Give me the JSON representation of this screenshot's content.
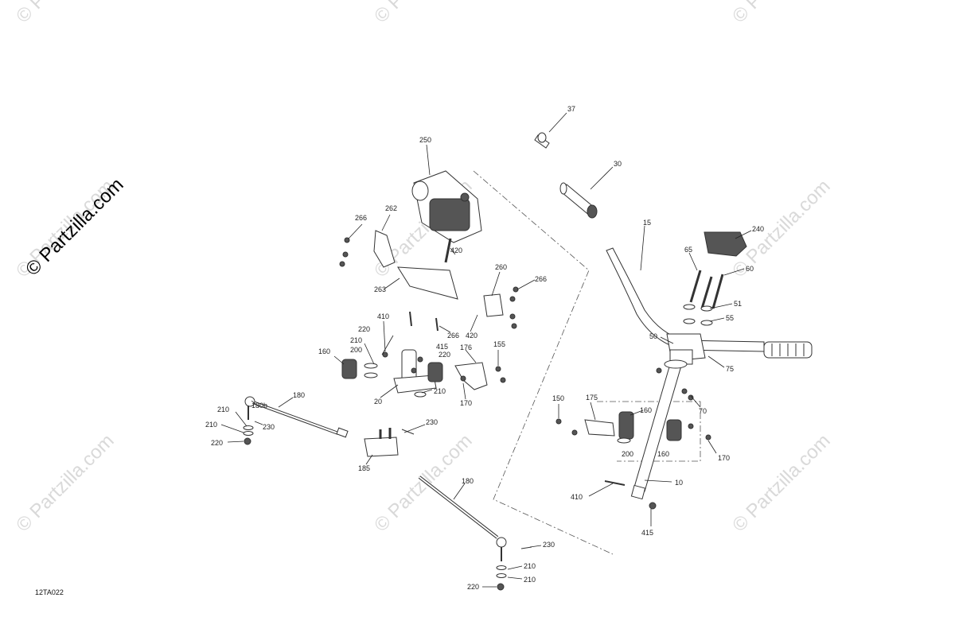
{
  "diagram": {
    "code": "12TA022",
    "copyright": "© Partzilla.com",
    "watermark_text": "© Partzilla.com",
    "callouts": {
      "c37": "37",
      "c30": "30",
      "c15": "15",
      "c240": "240",
      "c65": "65",
      "c60": "60",
      "c51": "51",
      "c55": "55",
      "c50": "50",
      "c75": "75",
      "c70": "70",
      "c170r": "170",
      "c10": "10",
      "c410r": "410",
      "c415r": "415",
      "c150": "150",
      "c175": "175",
      "c160r1": "160",
      "c160r2": "160",
      "c200r": "200",
      "c250": "250",
      "c266a": "266",
      "c262": "262",
      "c420a": "420",
      "c260": "260",
      "c266b": "266",
      "c263": "263",
      "c410": "410",
      "c266c": "266",
      "c420b": "420",
      "c220a": "220",
      "c210a": "210",
      "c200": "200",
      "c160": "160",
      "c415": "415",
      "c220b": "220",
      "c176": "176",
      "c155": "155",
      "c20": "20",
      "c210b": "210",
      "c170": "170",
      "c180b": "180b",
      "c180a": "180",
      "c210c": "210",
      "c230a": "230",
      "c210d": "210",
      "c220c": "220",
      "c230b": "230",
      "c185": "185",
      "c180c": "180",
      "c230c": "230",
      "c210e": "210",
      "c210f": "210",
      "c220d": "220"
    }
  },
  "colors": {
    "line": "#333333",
    "watermark": "#d9d9d9",
    "label": "#222222"
  }
}
